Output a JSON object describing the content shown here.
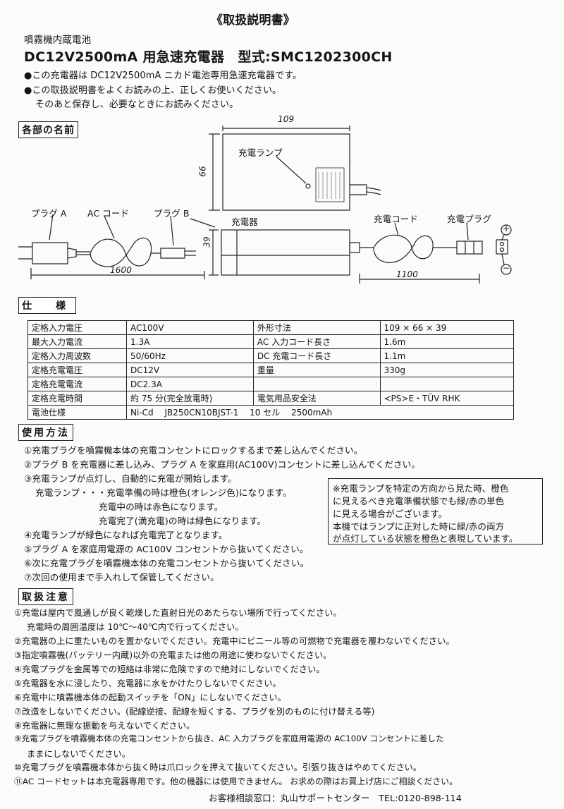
{
  "title": "《取扱説明書》",
  "subtitle": "噴霧機内蔵電池",
  "product": "DC12V2500mA 用急速充電器　型式:SMC1202300CH",
  "intro": [
    "●この充電器は DC12V2500mA ニカド電池専用急速充電器です。",
    "●この取扱説明書をよくお読みの上、正しくお使いください。",
    "そのあと保存し、必要なときにお読みください。"
  ],
  "sections": {
    "parts": "各部の名前",
    "spec": "仕　様",
    "usage": "使用方法",
    "caution": "取扱注意"
  },
  "diagram": {
    "dim_width": "109",
    "dim_height": "66",
    "dim_depth": "39",
    "dim_ac_cord": "1600",
    "dim_dc_cord": "1100",
    "lamp_label": "充電ランプ",
    "plug_a": "プラグ A",
    "ac_cord": "AC コード",
    "plug_b": "プラグ B",
    "charger": "充電器",
    "charge_cord": "充電コード",
    "charge_plug": "充電プラグ",
    "plus": "+",
    "minus": "−"
  },
  "spec_rows": [
    [
      "定格入力電圧",
      "AC100V",
      "外形寸法",
      "109 × 66 × 39"
    ],
    [
      "最大入力電流",
      "1.3A",
      "AC 入力コード長さ",
      "1.6m"
    ],
    [
      "定格入力周波数",
      "50/60Hz",
      "DC 充電コード長さ",
      "1.1m"
    ],
    [
      "定格充電電圧",
      "DC12V",
      "重量",
      "330g"
    ],
    [
      "定格充電電流",
      "DC2.3A",
      "",
      ""
    ],
    [
      "定格充電時間",
      "約 75 分(完全放電時)",
      "電気用品安全法",
      "<PS>E・TÜV RHK"
    ]
  ],
  "battery_row": [
    "電池仕様",
    "Ni-Cd　 JB250CN10BJST-1　 10 セル　 2500mAh"
  ],
  "usage": [
    "①充電プラグを噴霧機本体の充電コンセントにロックするまで差し込んでください。",
    "②プラグ B を充電器に差し込み、プラグ A を家庭用(AC100V)コンセントに差し込んでください。",
    "③充電ランプが点灯し、自動的に充電が開始します。",
    "充電ランプ・・・充電準備の時は橙色(オレンジ色)になります。",
    "充電中の時は赤色になります。",
    "充電完了(満充電)の時は緑色になります。",
    "④充電ランプが緑色になれば充電完了となります。",
    "⑤プラグ A を家庭用電源の AC100V コンセントから抜いてください。",
    "⑥次に充電プラグを噴霧機本体の充電コンセントから抜いてください。",
    "⑦次回の使用まで手入れして保管してください。"
  ],
  "note": [
    "※充電ランプを特定の方向から見た時、橙色",
    "に見えるべき充電準備状態でも緑/赤の単色",
    "に見える場合がございます。",
    "本機ではランプに正対した時に緑/赤の両方",
    "が点灯している状態を橙色と表現しています。"
  ],
  "cautions": [
    "①充電は屋内で風通しが良く乾燥した直射日光のあたらない場所で行ってください。",
    "充電時の周囲温度は 10℃〜40℃内で行ってください。",
    "②充電器の上に重たいものを置かないでください。充電中にビニール等の可燃物で充電器を覆わないでください。",
    "③指定噴霧機(バッテリー内蔵)以外の充電または他の用途に使わないでください。",
    "④充電プラグを金属等での短絡は非常に危険ですので絶対にしないでください。",
    "⑤充電器を水に浸したり、充電器に水をかけたりしないでください。",
    "⑥充電中に噴霧機本体の起動スイッチを「ON」にしないでください。",
    "⑦改造をしないでください。(配線逆接、配線を短くする、プラグを別のものに付け替える等)",
    "⑧充電器に無理な振動を与えないでください。",
    "⑨充電プラグを噴霧機本体の充電コンセントから抜き、AC 入力プラグを家庭用電源の AC100V コンセントに差した",
    "ままにしないでください。",
    "⑩充電プラグを噴霧機本体から抜く時は爪ロックを押えて抜いてください。引張り抜きはやめてください。",
    "⑪AC コードセットは本充電器専用です。他の機器には使用できません。 お求めの際はお買上げ店にご相談ください。"
  ],
  "contact": "お客様相談窓口：丸山サポートセンター　TEL:0120-898-114"
}
